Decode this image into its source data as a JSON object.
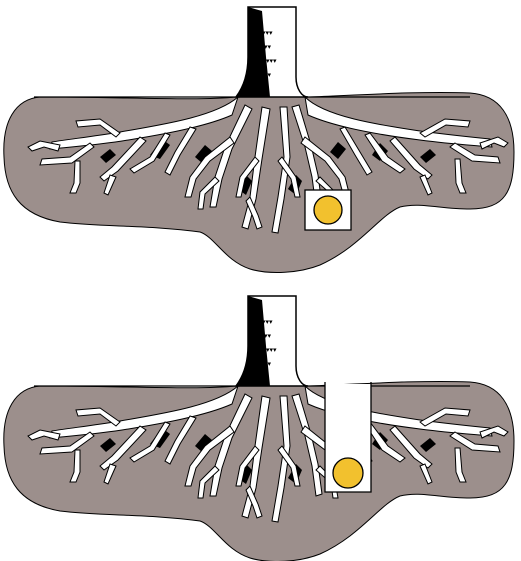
{
  "colors": {
    "soil": "#9c8f8c",
    "outline": "#000000",
    "background": "#ffffff",
    "root": "#ffffff",
    "marker": "#f2c12e",
    "trunk_shade": "#000000"
  },
  "panels": [
    {
      "id": "top",
      "variant": "buried-marker-box",
      "marker_shape": "circle"
    },
    {
      "id": "bottom",
      "variant": "open-shaft",
      "marker_shape": "circle"
    }
  ]
}
